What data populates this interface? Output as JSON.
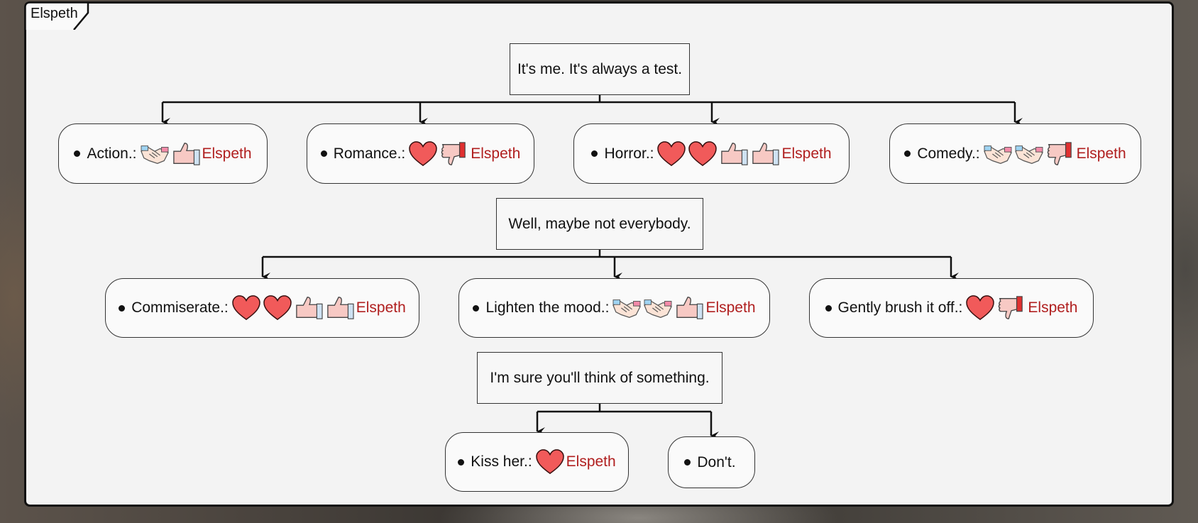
{
  "panel_title": "Elspeth",
  "colors": {
    "character": "#b01e1e",
    "heart": "#f15a5a",
    "panel": "#f3f3f3"
  },
  "prompts": [
    {
      "text": "It's me. It's always a test.",
      "options": [
        {
          "label": "Action.:",
          "icons": [
            "handshake-icon",
            "thumbs-up-icon"
          ],
          "character": "Elspeth"
        },
        {
          "label": "Romance.:",
          "icons": [
            "heart-icon",
            "thumbs-down-icon"
          ],
          "character": "Elspeth"
        },
        {
          "label": "Horror.:",
          "icons": [
            "heart-icon",
            "heart-icon",
            "thumbs-up-icon",
            "thumbs-up-icon"
          ],
          "character": "Elspeth"
        },
        {
          "label": "Comedy.:",
          "icons": [
            "handshake-icon",
            "handshake-icon",
            "thumbs-down-icon"
          ],
          "character": "Elspeth"
        }
      ]
    },
    {
      "text": "Well, maybe not everybody.",
      "options": [
        {
          "label": "Commiserate.:",
          "icons": [
            "heart-icon",
            "heart-icon",
            "thumbs-up-icon",
            "thumbs-up-icon"
          ],
          "character": "Elspeth"
        },
        {
          "label": "Lighten the mood.:",
          "icons": [
            "handshake-icon",
            "handshake-icon",
            "thumbs-up-icon"
          ],
          "character": "Elspeth"
        },
        {
          "label": "Gently brush it off.:",
          "icons": [
            "heart-icon",
            "thumbs-down-icon"
          ],
          "character": "Elspeth"
        }
      ]
    },
    {
      "text": "I'm sure you'll think of something.",
      "options": [
        {
          "label": "Kiss her.:",
          "icons": [
            "heart-icon"
          ],
          "character": "Elspeth"
        },
        {
          "label": "Don't.",
          "icons": [],
          "character": ""
        }
      ]
    }
  ]
}
